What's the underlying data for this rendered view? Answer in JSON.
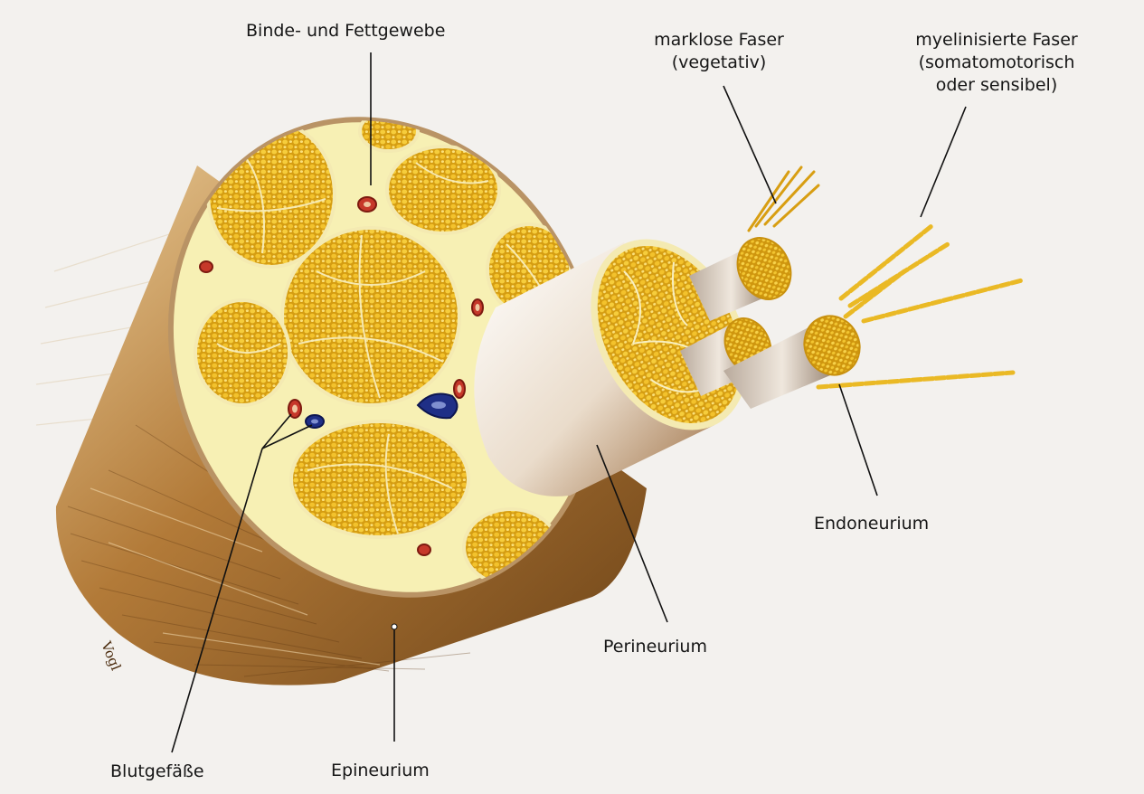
{
  "labels": {
    "binde": "Binde- und Fettgewebe",
    "marklose": [
      "marklose Faser",
      "(vegetativ)"
    ],
    "myelin": [
      "myelinisierte Faser",
      "(somatomotorisch",
      "oder sensibel)"
    ],
    "endoneurium": "Endoneurium",
    "perineurium": "Perineurium",
    "blutgefaesse": "Blutgefäße",
    "epineurium": "Epineurium"
  },
  "signature": "Vogl",
  "colors": {
    "background": "#f3f1ee",
    "fascicle": "#e8b51c",
    "connective_tissue": "#f7f0b4",
    "epineurium": "#a8712e",
    "perineurium": "#e9ddcb",
    "artery": "#c6382a",
    "vein": "#1f2f86"
  }
}
